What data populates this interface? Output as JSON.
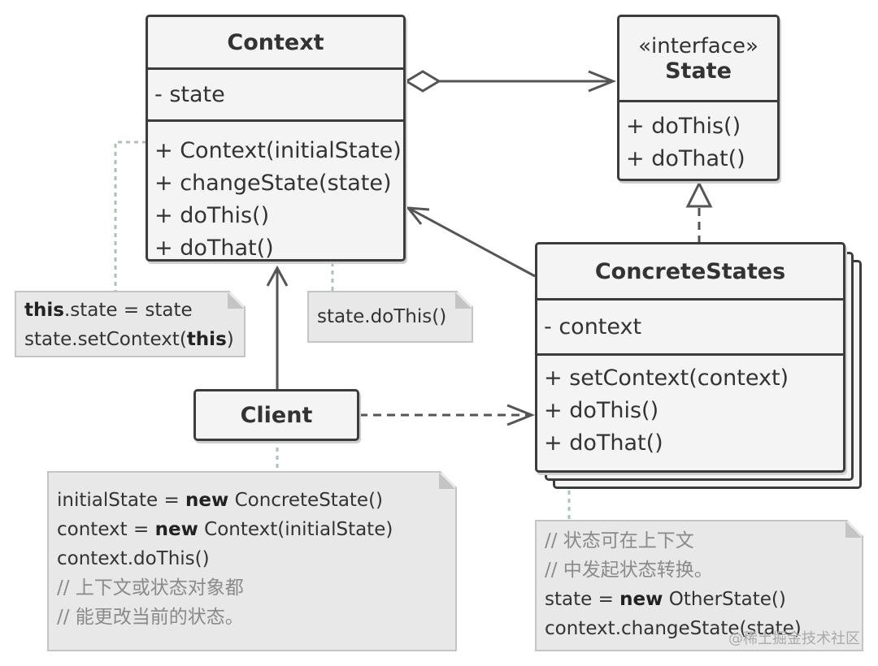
{
  "context": {
    "title": "Context",
    "fields": [
      "- state"
    ],
    "methods": [
      "+ Context(initialState)",
      "+ changeState(state)",
      "+ doThis()",
      "+ doThat()"
    ]
  },
  "state": {
    "stereotype": "«interface»",
    "title": "State",
    "methods": [
      "+ doThis()",
      "+ doThat()"
    ]
  },
  "concrete": {
    "title": "ConcreteStates",
    "fields": [
      "- context"
    ],
    "methods": [
      "+ setContext(context)",
      "+ doThis()",
      "+ doThat()"
    ]
  },
  "client": {
    "title": "Client"
  },
  "note_ctor": {
    "l1_kw": "this",
    "l1_rest": ".state = state",
    "l2_pre": "state.setContext(",
    "l2_kw": "this",
    "l2_post": ")"
  },
  "note_do": {
    "text": "state.doThis()"
  },
  "note_client": {
    "l1_pre": "initialState = ",
    "l1_kw": "new",
    "l1_post": " ConcreteState()",
    "l2_pre": "context = ",
    "l2_kw": "new",
    "l2_post": " Context(initialState)",
    "l3": "context.doThis()",
    "l4": "// 上下文或状态对象都",
    "l5": "// 能更改当前的状态。"
  },
  "note_concrete": {
    "l1": "// 状态可在上下文",
    "l2": "// 中发起状态转换。",
    "l3_pre": "state = ",
    "l3_kw": "new",
    "l3_post": " OtherState()",
    "l4": "context.changeState(state)"
  },
  "watermark": "@稀土掘金技术社区",
  "colors": {
    "line": "#3c3c3c",
    "fill": "#f4f4f4",
    "note": "#e8e8e8",
    "dotted": "#a8c4b0"
  }
}
